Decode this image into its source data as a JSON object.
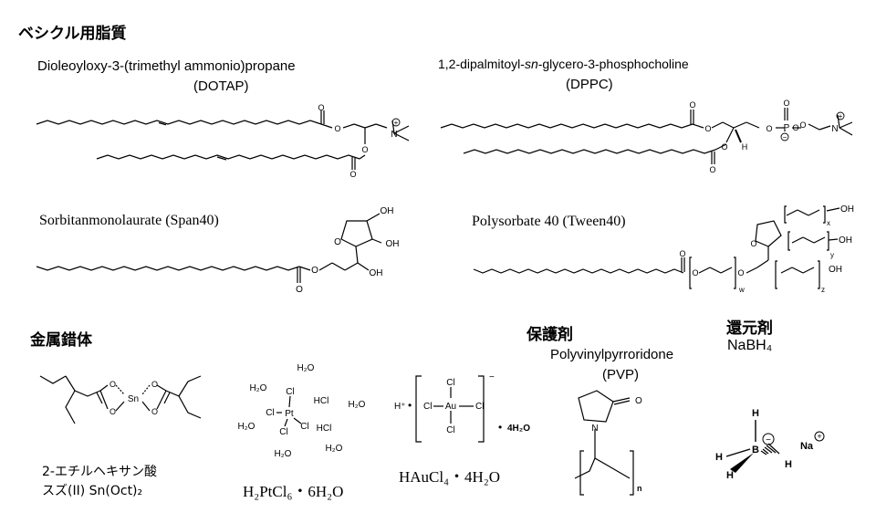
{
  "sections": {
    "vesicle_lipids": "ベシクル用脂質",
    "metal_complex": "金属錯体",
    "protective_agent": "保護剤",
    "reducing_agent": "還元剤"
  },
  "compounds": {
    "dotap": {
      "name": "Dioleoyloxy-3-(trimethyl ammonio)propane",
      "abbr": "(DOTAP)"
    },
    "dppc": {
      "name_prefix": "1,2-dipalmitoyl-",
      "name_italic": "sn",
      "name_suffix": "-glycero-3-phosphocholine",
      "abbr": "(DPPC)"
    },
    "span40": {
      "name": "Sorbitanmonolaurate (Span40)"
    },
    "tween40": {
      "name": "Polysorbate 40 (Tween40)"
    },
    "sn_oct": {
      "line1": "2-エチルヘキサン酸",
      "line2": "スズ(II) Sn(Oct)₂"
    },
    "h2ptcl6": {
      "formula": "H₂PtCl₆・6H₂O"
    },
    "haucl4": {
      "formula": "HAuCl₄・4H₂O"
    },
    "pvp": {
      "name": "Polyvinylpyrroridone",
      "abbr": "(PVP)"
    },
    "nabh4": {
      "formula": "NaBH₄"
    }
  },
  "structure_labels": {
    "oxygen": "O",
    "nitrogen": "N",
    "hydroxyl": "OH",
    "hydrogen": "H",
    "phosphorus": "P",
    "tin": "Sn",
    "platinum": "Pt",
    "gold": "Au",
    "chlorine": "Cl",
    "boron": "B",
    "sodium": "Na",
    "water": "H₂O",
    "hcl": "HCl",
    "proton": "H⁺",
    "bullet": "•",
    "hydrate": "4H₂O",
    "charge_plus": "+",
    "charge_minus": "−",
    "subscript_w": "w",
    "subscript_x": "x",
    "subscript_y": "y",
    "subscript_z": "z",
    "subscript_n": "n"
  }
}
